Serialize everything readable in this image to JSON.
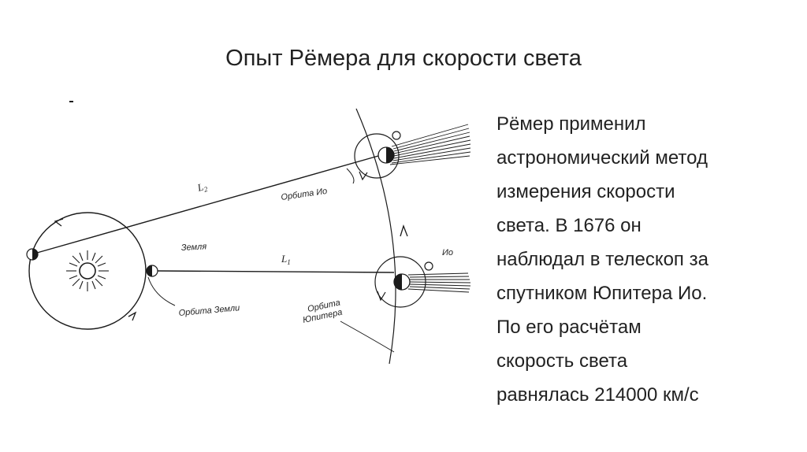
{
  "title": "Опыт Рёмера для скорости света",
  "text_lines": [
    "Рёмер применил",
    "астрономический метод",
    "измерения скорости",
    "света. В 1676 он",
    "наблюдал в телескоп за",
    "спутником Юпитера Ио.",
    "По его расчётам",
    "скорость света",
    "равнялась 214000 км/с"
  ],
  "diagram": {
    "label_L2": "L",
    "label_L2_sub": "2",
    "label_L1": "L",
    "label_L1_sub": "1",
    "label_earth": "Земля",
    "label_io_orbit": "Орбита Ио",
    "label_earth_orbit": "Орбита Земли",
    "label_jupiter_orbit_1": "Орбита",
    "label_jupiter_orbit_2": "Юпитера",
    "label_io": "Ио"
  },
  "colors": {
    "ink": "#1b1b1b",
    "background": "#ffffff"
  }
}
